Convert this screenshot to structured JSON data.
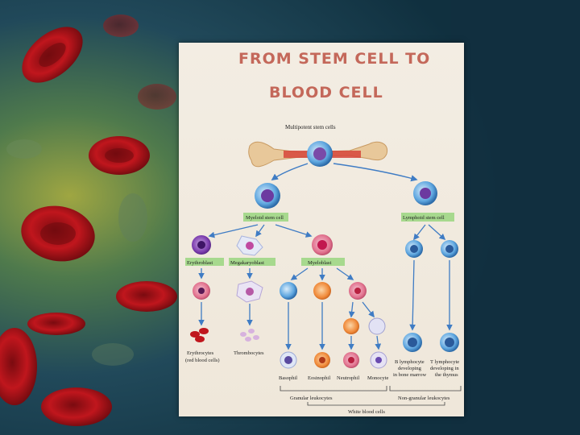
{
  "poster": {
    "title_line1": "FROM STEM CELL TO",
    "title_line2": "BLOOD CELL",
    "root": "Multipotent stem cells",
    "myeloid": "Myeloid stem cell",
    "lymphoid": "Lymphoid stem cell",
    "erythroblast": "Erythroblast",
    "megakaryoblast": "Megakaryoblast",
    "myeloblast": "Myeloblast",
    "erythrocytes_1": "Erythrocytes",
    "erythrocytes_2": "(red blood cells)",
    "thrombocytes": "Thrombocytes",
    "basophil": "Basophil",
    "eosinophil": "Eosinophil",
    "neutrophil": "Neutrophil",
    "monocyte": "Monocyte",
    "b_lymph_1": "B lymphocyte",
    "b_lymph_2": "developing",
    "b_lymph_3": "in bone marrow",
    "t_lymph_1": "T lymphocyte",
    "t_lymph_2": "developing in",
    "t_lymph_3": "the thymus",
    "granular": "Granular leukocytes",
    "nongranular": "Non-granular leukocytes",
    "white": "White blood cells"
  },
  "colors": {
    "background": "#143445",
    "poster": "#f1ebdf",
    "title": "#c4685a",
    "label_bar": "#a7d98e",
    "arrow": "#3f7cc4",
    "red_cell": "#b8161c"
  }
}
